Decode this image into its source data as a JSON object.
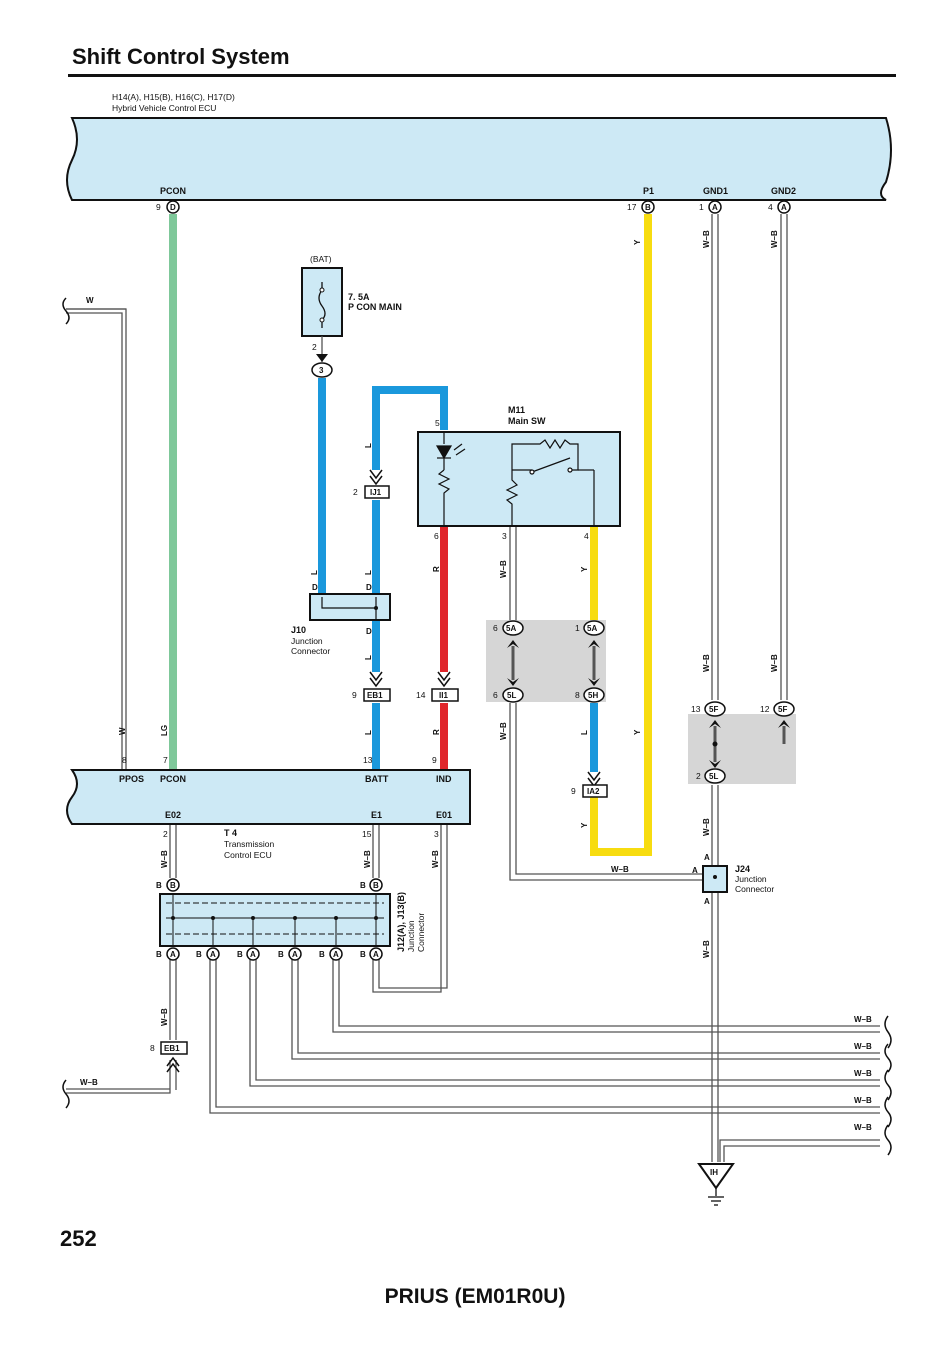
{
  "page": {
    "title": "Shift Control System",
    "page_number": "252",
    "footer": "PRIUS (EM01R0U)"
  },
  "colors": {
    "ecu_fill": "#cde9f5",
    "wire_LG": "#7fc89a",
    "wire_L": "#1a98dc",
    "wire_R": "#e0262b",
    "wire_Y": "#f7dc10",
    "wire_gray": "#777777",
    "connector_zone": "#d6d6d6"
  },
  "hv_ecu": {
    "codes": "H14(A), H15(B), H16(C), H17(D)",
    "name": "Hybrid Vehicle Control ECU",
    "pins": {
      "pcon": {
        "name": "PCON",
        "num": "9",
        "conn": "D"
      },
      "p1": {
        "name": "P1",
        "num": "17",
        "conn": "B"
      },
      "gnd1": {
        "name": "GND1",
        "num": "1",
        "conn": "A"
      },
      "gnd2": {
        "name": "GND2",
        "num": "4",
        "conn": "A"
      }
    }
  },
  "fuse": {
    "bat": "(BAT)",
    "rating": "7. 5A",
    "name": "P CON MAIN",
    "pin": "2",
    "junction": "3"
  },
  "main_sw": {
    "code": "M11",
    "name": "Main SW",
    "pins": {
      "p5": "5",
      "p6": "6",
      "p3": "3",
      "p4": "4"
    }
  },
  "j10": {
    "code": "J10",
    "line1": "Junction",
    "line2": "Connector",
    "d": "D"
  },
  "j24": {
    "code": "J24",
    "line1": "Junction",
    "line2": "Connector",
    "a": "A"
  },
  "j12": {
    "code": "J12(A), J13(B)",
    "line1": "Junction",
    "line2": "Connector",
    "a": "A",
    "b": "B",
    "pin_b1": "B",
    "pin_b2": "B"
  },
  "tcu": {
    "code": "T 4",
    "line1": "Transmission",
    "line2": "Control ECU",
    "pins": {
      "ppos": {
        "name": "PPOS",
        "num": "8"
      },
      "pcon": {
        "name": "PCON",
        "num": "7"
      },
      "batt": {
        "name": "BATT",
        "num": "13"
      },
      "ind": {
        "name": "IND",
        "num": "9"
      },
      "e02": {
        "name": "E02",
        "num": "2"
      },
      "e1": {
        "name": "E1",
        "num": "15"
      },
      "e01": {
        "name": "E01",
        "num": "3"
      }
    }
  },
  "connectors": {
    "ij1": {
      "code": "IJ1",
      "num": "2"
    },
    "eb1_top": {
      "code": "EB1",
      "num": "9"
    },
    "ii1": {
      "code": "II1",
      "num": "14"
    },
    "ia2": {
      "code": "IA2",
      "num": "9"
    },
    "eb1_bottom": {
      "code": "EB1",
      "num": "8"
    },
    "c5a_left": {
      "code": "5A",
      "num": "6"
    },
    "c5a_right": {
      "code": "5A",
      "num": "1"
    },
    "c5l_left": {
      "code": "5L",
      "num": "6"
    },
    "c5h": {
      "code": "5H",
      "num": "8"
    },
    "c5f_left": {
      "code": "5F",
      "num": "13"
    },
    "c5f_right": {
      "code": "5F",
      "num": "12"
    },
    "c5l_mid": {
      "code": "5L",
      "num": "2"
    }
  },
  "ground": {
    "code": "IH"
  },
  "wire_colors": {
    "w": "W",
    "lg": "LG",
    "l": "L",
    "r": "R",
    "y": "Y",
    "wb": "W–B"
  }
}
